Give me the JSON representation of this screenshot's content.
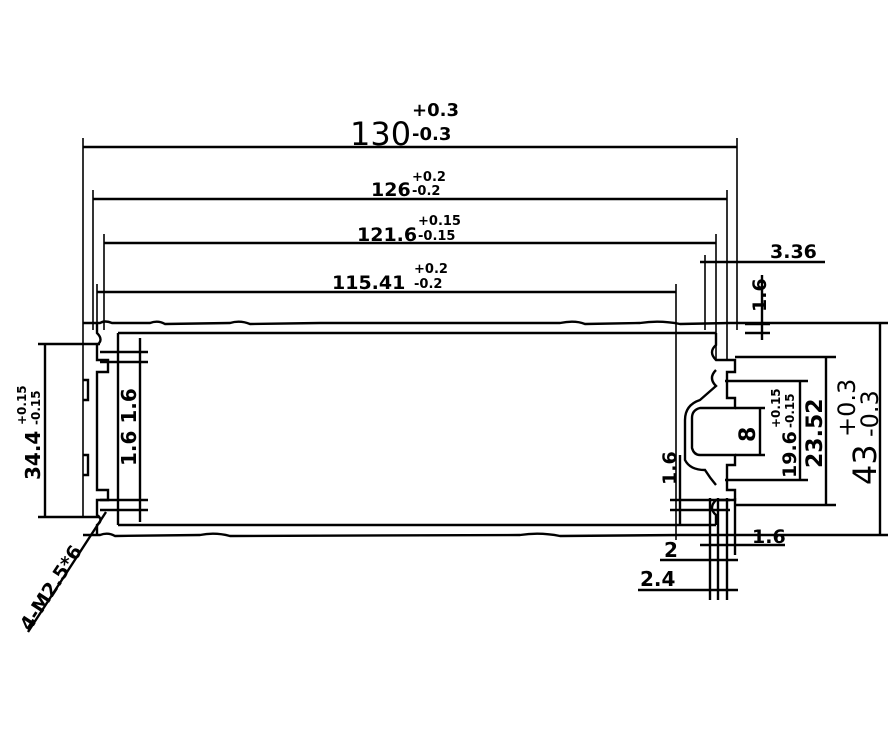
{
  "drawing": {
    "overall_width": {
      "value": "130",
      "plus": "+0.3",
      "minus": "-0.3"
    },
    "width_126": {
      "value": "126",
      "plus": "+0.2",
      "minus": "-0.2"
    },
    "width_121_6": {
      "value": "121.6",
      "plus": "+0.15",
      "minus": "-0.15"
    },
    "width_115_41": {
      "value": "115.41",
      "plus": "+0.2",
      "minus": "-0.2"
    },
    "offset_3_36": "3.36",
    "wall_top": "1.6",
    "overall_height": {
      "value": "43",
      "plus": "+0.3",
      "minus": "-0.3"
    },
    "height_23_52": "23.52",
    "height_19_6": {
      "value": "19.6",
      "plus": "+0.15",
      "minus": "-0.15"
    },
    "slot_8": "8",
    "left_height": {
      "value": "34.4",
      "plus": "+0.15",
      "minus": "-0.15"
    },
    "left_walls": "1.6 1.6",
    "right_wall": "1.6",
    "bottom_wall": "1.6",
    "dim_2": "2",
    "dim_2_4": "2.4",
    "screw_note": "4-M2.5*6"
  }
}
